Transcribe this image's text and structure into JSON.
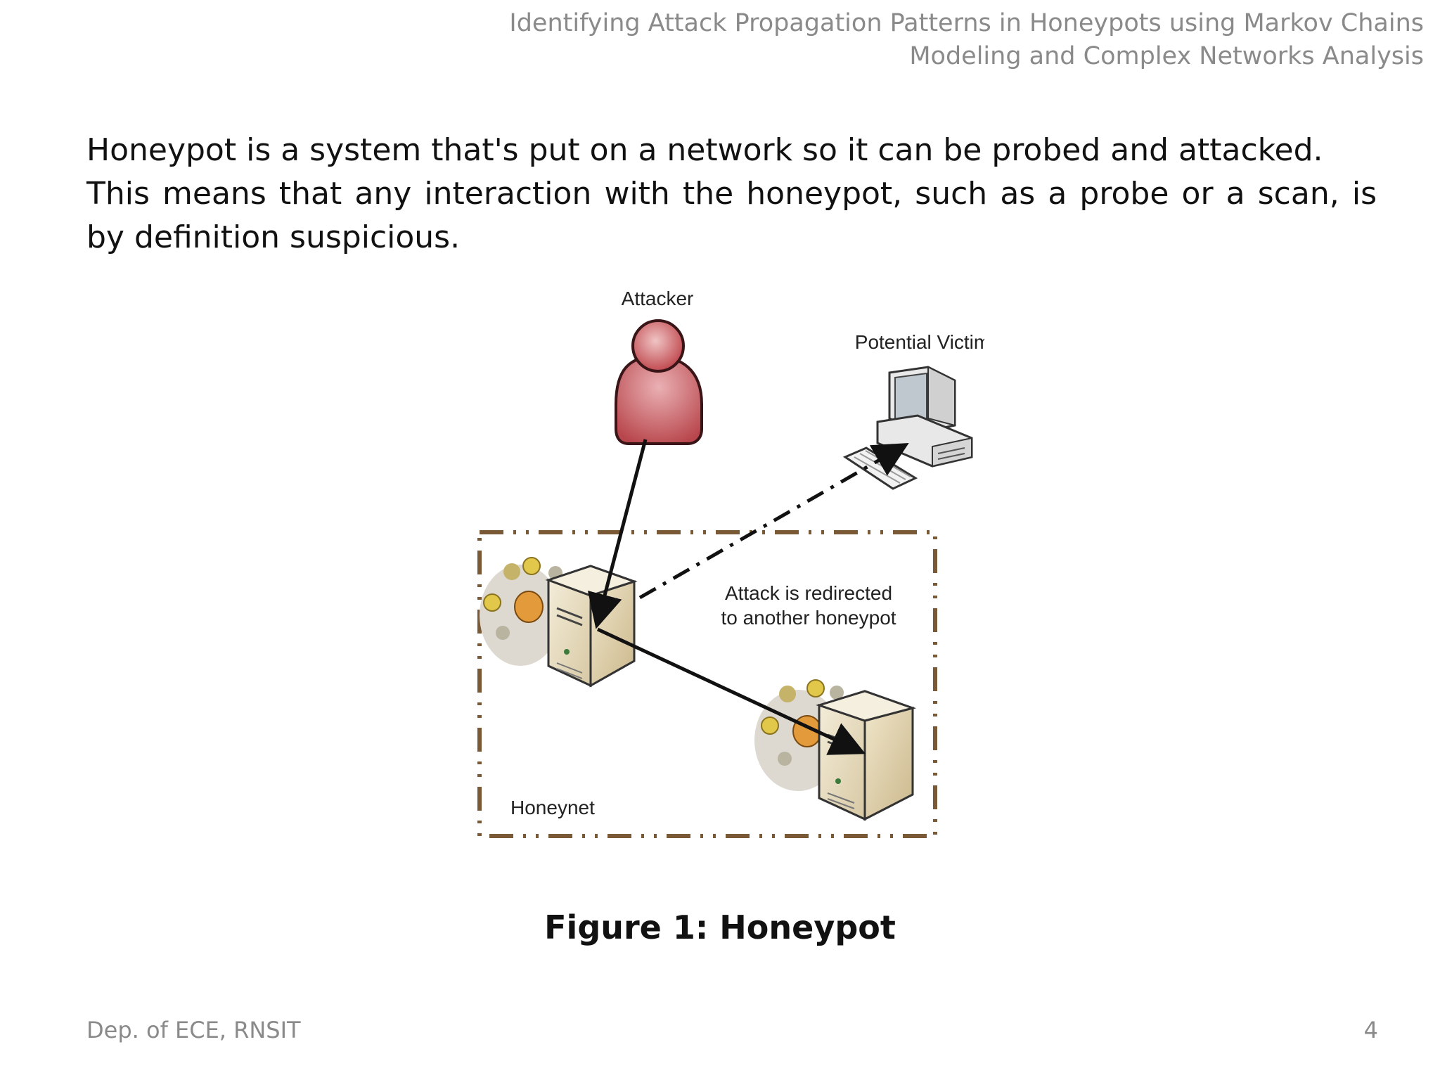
{
  "header": {
    "title_line1": "Identifying Attack Propagation Patterns in Honeypots using Markov Chains",
    "title_line2": "Modeling and Complex Networks Analysis"
  },
  "body": {
    "paragraph1": "Honeypot is a system that's put on a network so it can be probed and attacked.",
    "paragraph2": "This means that any interaction with the honeypot, such as a probe or a scan, is by definition suspicious."
  },
  "diagram": {
    "attacker_label": "Attacker",
    "victim_label": "Potential Victim",
    "redirect_label_line1": "Attack is redirected",
    "redirect_label_line2": "to another honeypot",
    "honeynet_label": "Honeynet",
    "icons": [
      "attacker-person-icon",
      "desktop-computer-icon",
      "honeypot-server-icon",
      "honeypot-server-icon"
    ],
    "colors": {
      "attacker": "#c8595d",
      "honeynet_border": "#7a5a36",
      "server_body": "#e6dcc0"
    }
  },
  "caption": "Figure 1: Honeypot",
  "footer": {
    "department": "Dep. of ECE, RNSIT",
    "page_number": "4"
  }
}
